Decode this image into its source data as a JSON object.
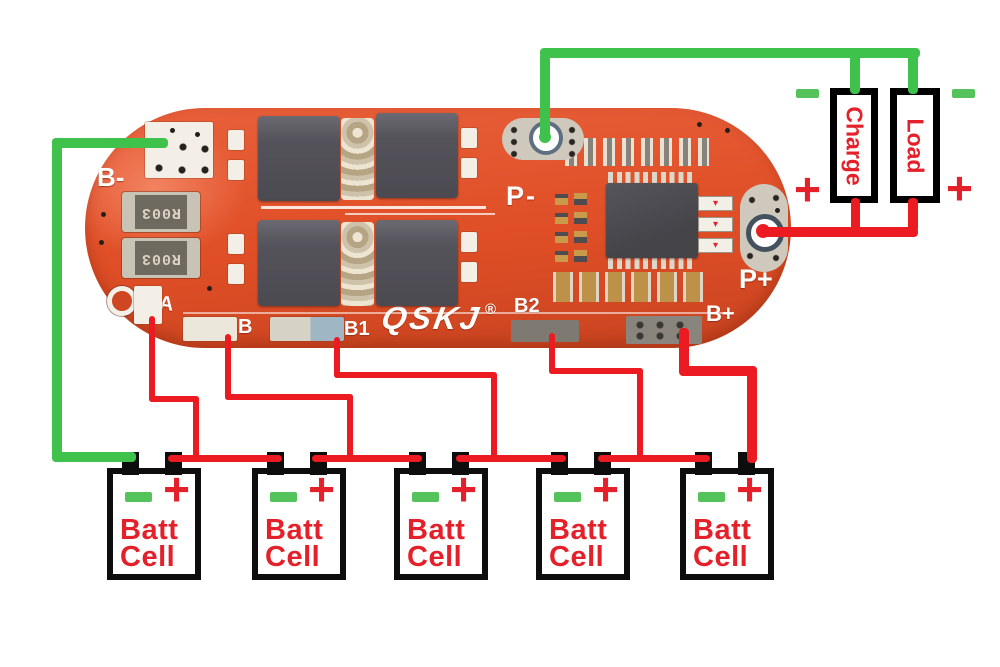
{
  "colors": {
    "red": "#ec1b22",
    "green": "#3fc24c",
    "signgreen": "#55c35c",
    "textred": "#e4202a",
    "pcb": "#de4d26"
  },
  "pcb": {
    "silk": {
      "b_minus": "B-",
      "a": "A",
      "b": "B",
      "b1": "B1",
      "b2": "B2",
      "b_plus": "B+",
      "p_minus": "P-",
      "p_plus": "P+",
      "brand": "QSKJ",
      "reg_mark": "®"
    },
    "components": {
      "shunt_resistor_1": "R003",
      "shunt_resistor_2": "R003"
    }
  },
  "external": {
    "charge": {
      "label": "Charge",
      "minus": "-",
      "plus": "+"
    },
    "load": {
      "label": "Load",
      "minus": "-",
      "plus": "+"
    }
  },
  "batteries": [
    {
      "line1": "Batt",
      "line2": "Cell",
      "minus": "-",
      "plus": "+"
    },
    {
      "line1": "Batt",
      "line2": "Cell",
      "minus": "-",
      "plus": "+"
    },
    {
      "line1": "Batt",
      "line2": "Cell",
      "minus": "-",
      "plus": "+"
    },
    {
      "line1": "Batt",
      "line2": "Cell",
      "minus": "-",
      "plus": "+"
    },
    {
      "line1": "Batt",
      "line2": "Cell",
      "minus": "-",
      "plus": "+"
    }
  ]
}
